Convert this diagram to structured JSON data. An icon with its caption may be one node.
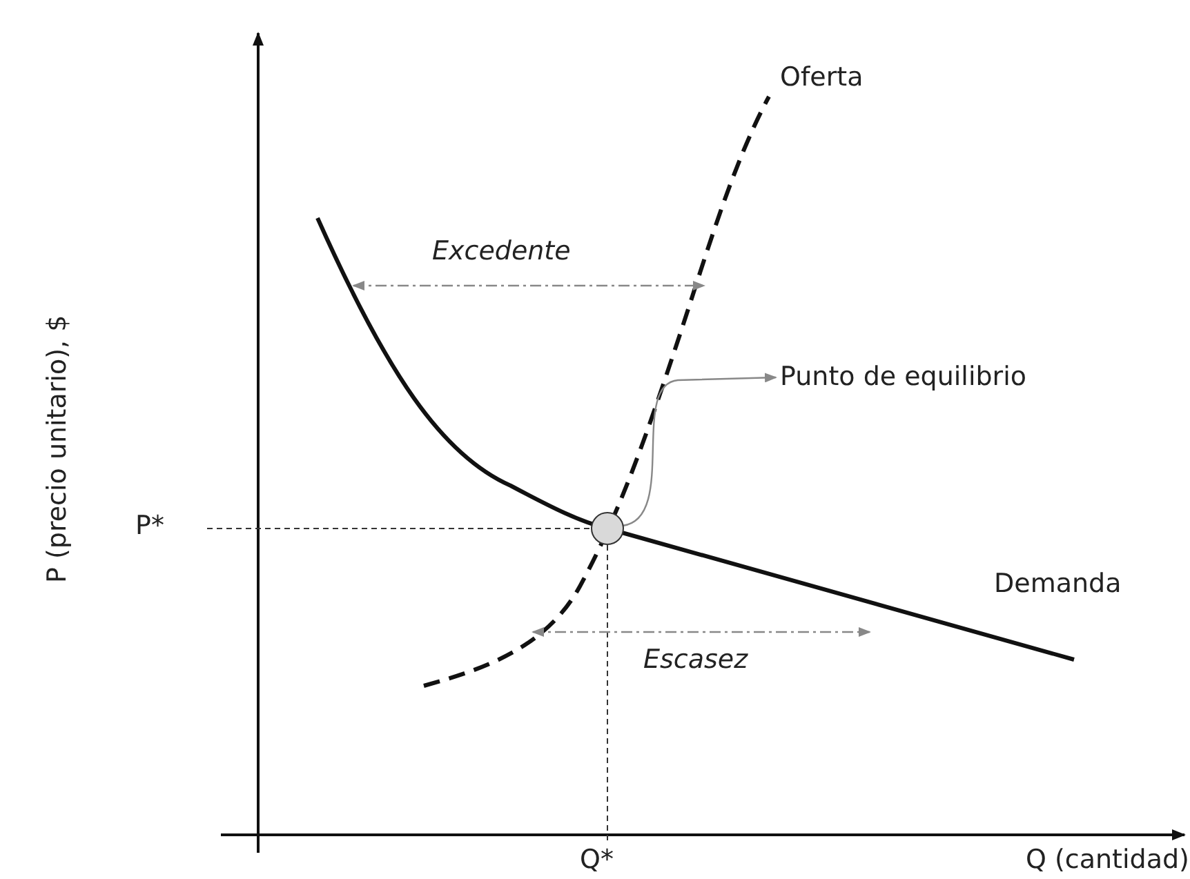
{
  "diagram": {
    "nodes": [
      {
        "text": [
          "Punto de equilibrio"
        ]
      },
      {
        "text": [],
        "shape": "circle"
      }
    ],
    "edges": [
      {
        "from": 1,
        "to": 0,
        "arrow": "to"
      }
    ],
    "labels": [
      "Oferta",
      "Excedente",
      "P (precio unitario), $",
      "P*",
      "Demanda",
      "Escasez",
      "Q*",
      "Q (cantidad)"
    ]
  }
}
